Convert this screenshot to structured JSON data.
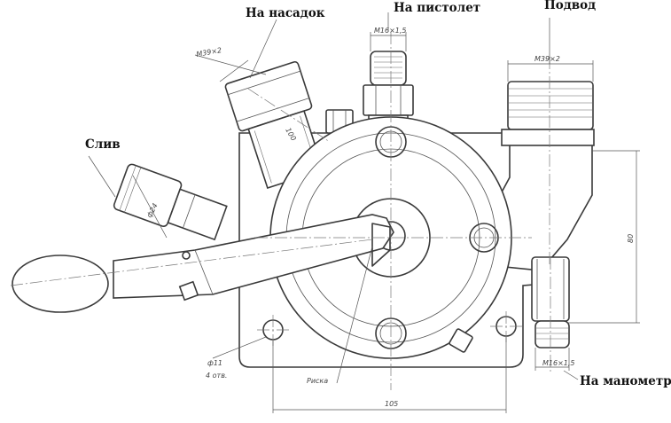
{
  "labels": {
    "nozzle": "На насадок",
    "gun": "На пистолет",
    "supply": "Подвод",
    "drain": "Слив",
    "gauge": "На манометр"
  },
  "dimensions": {
    "thread_nozzle": "M39×2",
    "thread_gun": "M16×1,5",
    "thread_supply": "M39×2",
    "thread_gauge": "M16×1,5",
    "drain_diameter": "ф24",
    "nozzle_length": "100",
    "height": "80",
    "width": "105",
    "hole_diameter": "ф11",
    "hole_count": "4 отв.",
    "mark": "Риска"
  }
}
